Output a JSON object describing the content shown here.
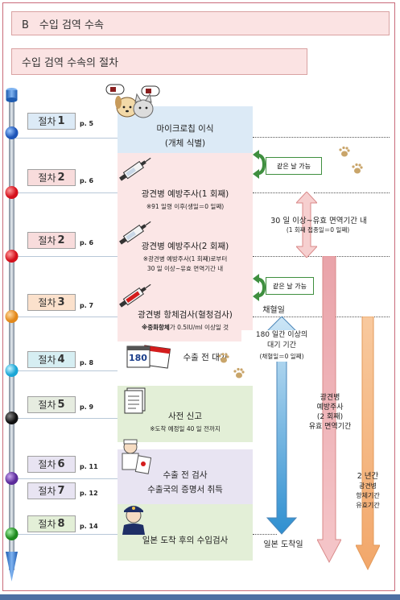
{
  "header": {
    "section": "B　수입 검역 수속",
    "subtitle": "수입 검역 수속의 절차"
  },
  "steps": [
    {
      "label": "절차",
      "num": "1",
      "page": "p. 5"
    },
    {
      "label": "절차",
      "num": "2",
      "page": "p. 6"
    },
    {
      "label": "절차",
      "num": "2",
      "page": "p. 6"
    },
    {
      "label": "절차",
      "num": "3",
      "page": "p. 7"
    },
    {
      "label": "절차",
      "num": "4",
      "page": "p. 8"
    },
    {
      "label": "절차",
      "num": "5",
      "page": "p. 9"
    },
    {
      "label": "절차",
      "num": "6",
      "page": "p. 11"
    },
    {
      "label": "절차",
      "num": "7",
      "page": "p. 12"
    },
    {
      "label": "절차",
      "num": "8",
      "page": "p. 14"
    }
  ],
  "boxes": {
    "microchip": {
      "title": "마이크로칩 이식",
      "sub": "(개체 식별)"
    },
    "rabies1": {
      "title": "광견병 예방주사(1 회째)",
      "note": "※91 일령 이후(생일＝0 일째)"
    },
    "rabies2": {
      "title": "광견병 예방주사(2 회째)",
      "note1": "※광견병 예방주사(1 회째)로부터",
      "note2": "30 일 이상~유효 면역기간 내"
    },
    "antibody": {
      "title": "광견병 항체검사(혈청검사)",
      "note_bold": "※중화항체",
      "note_rest": "가 0.5IU/ml 이상일 것"
    },
    "wait": {
      "title": "수출 전 대기",
      "calendar": "180"
    },
    "notice": {
      "title": "사전 신고",
      "note": "※도착 예정일 40 일 전까지"
    },
    "export_exam": {
      "title1": "수출 전 검사",
      "title2": "수출국의 증명서 취득"
    },
    "import_exam": {
      "title": "일본 도착 후의 수입검사"
    }
  },
  "side": {
    "same_day_1": "같은 날 가능",
    "same_day_2": "같은 날 가능",
    "interval_main": "30 일 이상~유효 면역기간 내",
    "interval_sub": "(1 회째 접종일＝0 일째)",
    "blood_day": "채혈일",
    "wait_180_l1": "180 일간 이상의",
    "wait_180_l2": "대기 기간",
    "wait_180_l3": "(채혈일＝0 일째)",
    "arrival": "일본 도착일",
    "validity_l1": "광견병",
    "validity_l2": "예방주사",
    "validity_l3": "(2 회째)",
    "validity_l4": "유효 면역기간",
    "two_years_l1": "2 년간",
    "two_years_l2": "광견병",
    "two_years_l3": "항체기간",
    "two_years_l4": "유효기간"
  },
  "colors": {
    "box_blue": "#dceaf6",
    "box_pink": "#fbe6e6",
    "box_green": "#e3efd7",
    "box_purple": "#e8e4f2",
    "arrow_blue": "#5d9bd1",
    "arrow_pink": "#f2b3b8",
    "arrow_orange": "#f6ba86"
  }
}
